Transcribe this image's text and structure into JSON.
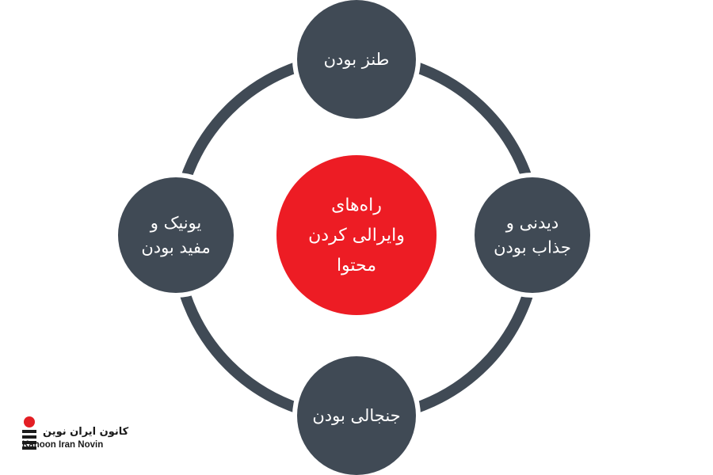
{
  "diagram": {
    "center": {
      "lines": [
        "راه‌های",
        "وایرالی کردن",
        "محتوا"
      ],
      "color": "#ed1c24"
    },
    "nodes": [
      {
        "id": "top",
        "lines": [
          "طنز بودن"
        ]
      },
      {
        "id": "right",
        "lines": [
          "دیدنی و",
          "جذاب بودن"
        ]
      },
      {
        "id": "bottom",
        "lines": [
          "جنجالی بودن"
        ]
      },
      {
        "id": "left",
        "lines": [
          "یونیک و",
          "مفید بودن"
        ]
      }
    ],
    "node_color": "#404a55",
    "ring_color": "#404a55"
  },
  "logo": {
    "persian_text": "کانون ایران نوین",
    "english_text": "Kanoon Iran Novin",
    "accent_color": "#e31e24"
  }
}
